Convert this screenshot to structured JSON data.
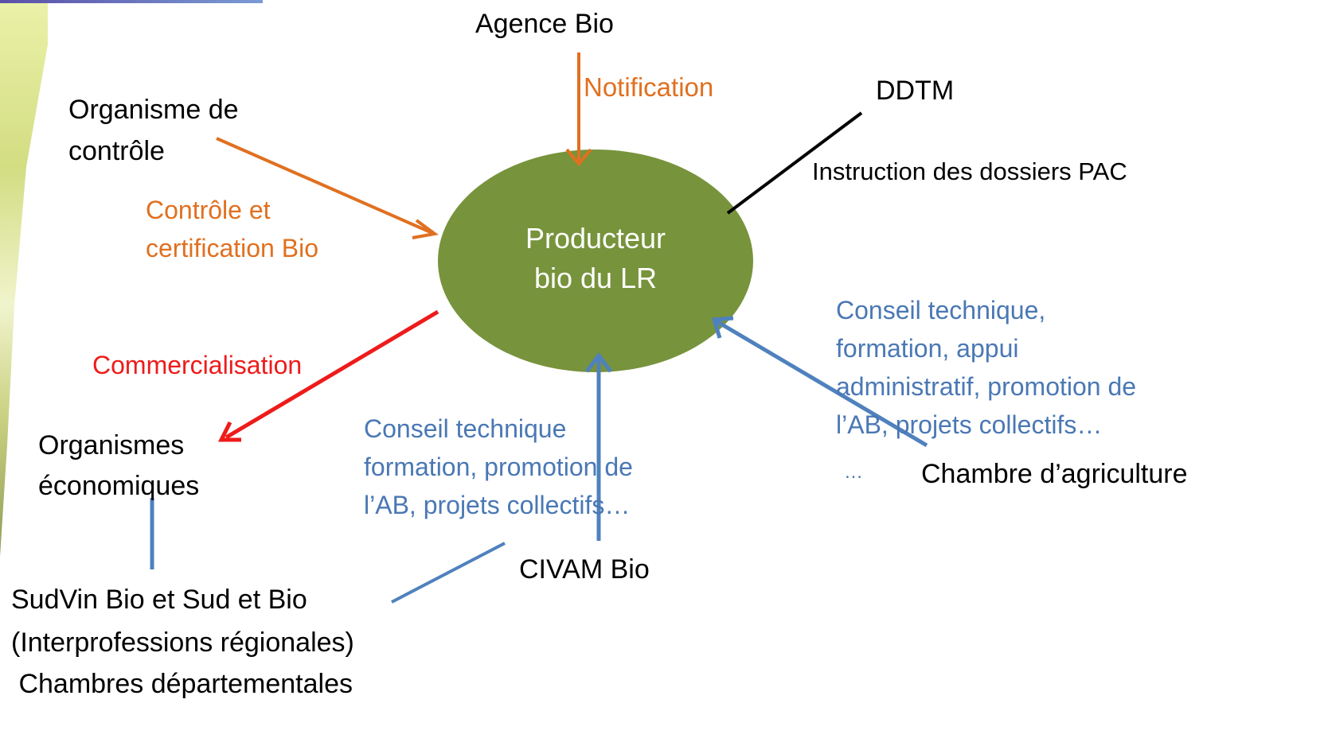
{
  "center": {
    "line1": "Producteur",
    "line2": "bio  du LR"
  },
  "nodes": {
    "agence_bio": "Agence Bio",
    "organisme_controle_1": "Organisme de",
    "organisme_controle_2": "contrôle",
    "ddtm": "DDTM",
    "organismes_eco_1": "Organismes",
    "organismes_eco_2": "économiques",
    "civam_bio": "CIVAM Bio",
    "chambre_agri": "Chambre d’agriculture",
    "interpro_1": "SudVin Bio et Sud et Bio",
    "interpro_2": "(Interprofessions régionales)",
    "interpro_3": " Chambres départementales"
  },
  "edge_labels": {
    "notification": "Notification",
    "controle_1": "Contrôle et",
    "controle_2": "certification Bio",
    "instruction": "Instruction des dossiers PAC",
    "commercialisation": "Commercialisation",
    "civam_1": "Conseil technique",
    "civam_2": "formation, promotion de",
    "civam_3": "l’AB, projets collectifs…",
    "chambre_1": "Conseil technique,",
    "chambre_2": "formation, appui",
    "chambre_3": "administratif, promotion de",
    "chambre_4": "l’AB, projets collectifs…",
    "chambre_5": "…"
  },
  "colors": {
    "center_fill": "#77933c",
    "orange": "#e07020",
    "red": "#ee1b1b",
    "blue": "#4f81bd",
    "black": "#000000"
  }
}
